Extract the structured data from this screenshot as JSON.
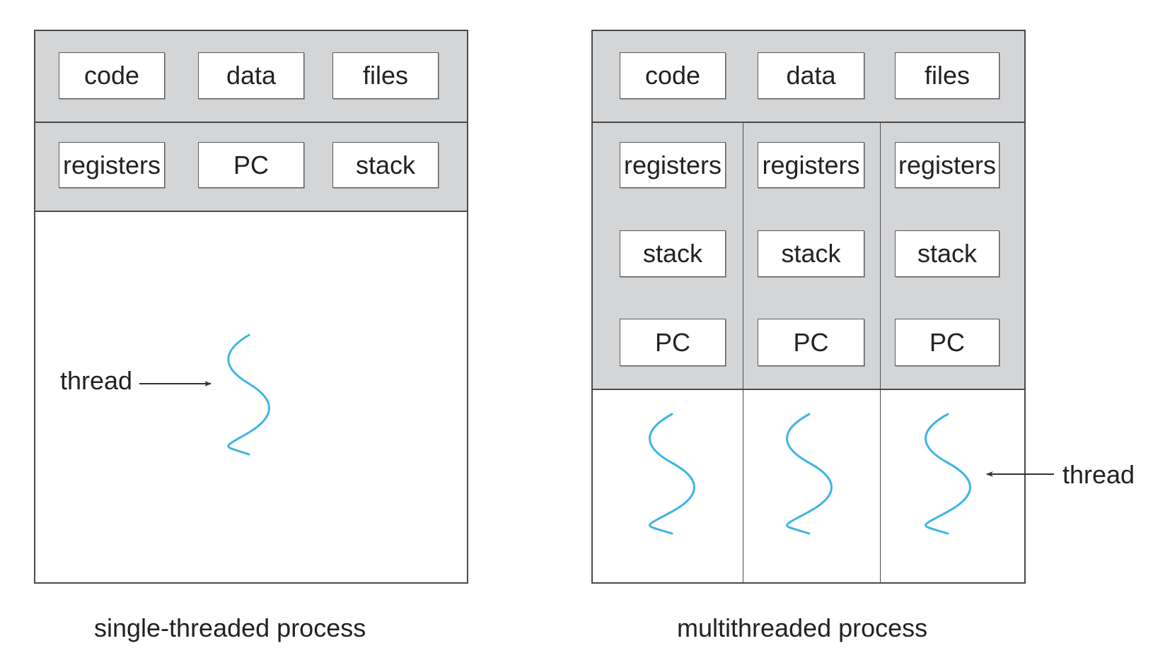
{
  "single": {
    "shared": [
      "code",
      "data",
      "files"
    ],
    "thread_ctx": [
      "registers",
      "PC",
      "stack"
    ],
    "thread_label": "thread",
    "caption": "single-threaded process"
  },
  "multi": {
    "shared": [
      "code",
      "data",
      "files"
    ],
    "threads": [
      {
        "registers": "registers",
        "stack": "stack",
        "pc": "PC"
      },
      {
        "registers": "registers",
        "stack": "stack",
        "pc": "PC"
      },
      {
        "registers": "registers",
        "stack": "stack",
        "pc": "PC"
      }
    ],
    "thread_label": "thread",
    "caption": "multithreaded process"
  },
  "colors": {
    "band": "#d4d5d7",
    "border": "#4a4a4a",
    "thread_wave": "#3fb6e3"
  },
  "icons": {
    "thread": "wavy-line",
    "pointer": "arrow"
  }
}
